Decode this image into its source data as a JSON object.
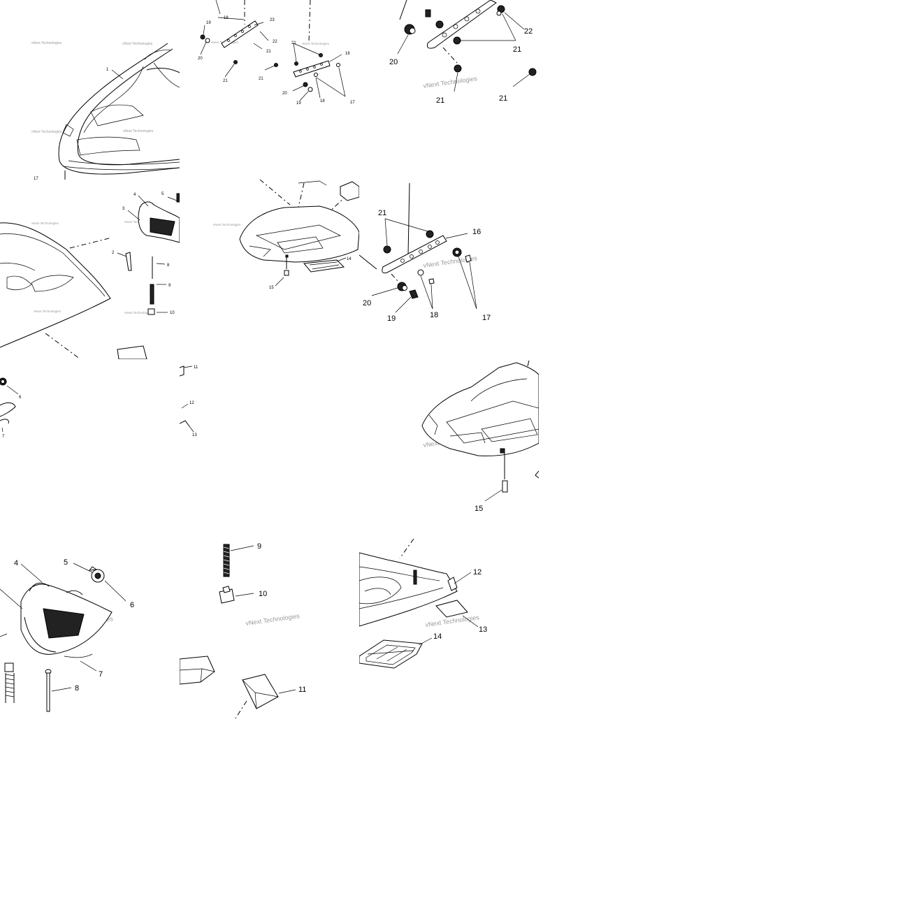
{
  "diagram": {
    "watermark": "vNext Technologies",
    "tiles": [
      {
        "id": "r0c0",
        "labels": [
          "1",
          "17"
        ]
      },
      {
        "id": "r0c1",
        "labels": [
          "16",
          "17",
          "18",
          "18",
          "19",
          "19",
          "20",
          "20",
          "21",
          "21",
          "21",
          "21",
          "22",
          "23"
        ]
      },
      {
        "id": "r0c2",
        "labels": [
          "20",
          "21",
          "21",
          "21",
          "22"
        ]
      },
      {
        "id": "r1c0",
        "labels": [
          "2",
          "3",
          "4",
          "5",
          "8",
          "9",
          "10"
        ]
      },
      {
        "id": "r1c1",
        "labels": [
          "14",
          "15"
        ]
      },
      {
        "id": "r1c2",
        "labels": [
          "16",
          "17",
          "18",
          "19",
          "20",
          "21"
        ]
      },
      {
        "id": "r2c0",
        "labels": [
          "6",
          "7"
        ]
      },
      {
        "id": "r2c1",
        "labels": [
          "11",
          "12",
          "13"
        ]
      },
      {
        "id": "r2c2",
        "labels": [
          "15"
        ]
      },
      {
        "id": "r3c0",
        "labels": [
          "4",
          "5",
          "6",
          "7",
          "8"
        ]
      },
      {
        "id": "r3c1",
        "labels": [
          "9",
          "10",
          "11"
        ]
      },
      {
        "id": "r3c2",
        "labels": [
          "12",
          "13",
          "14"
        ]
      }
    ]
  }
}
